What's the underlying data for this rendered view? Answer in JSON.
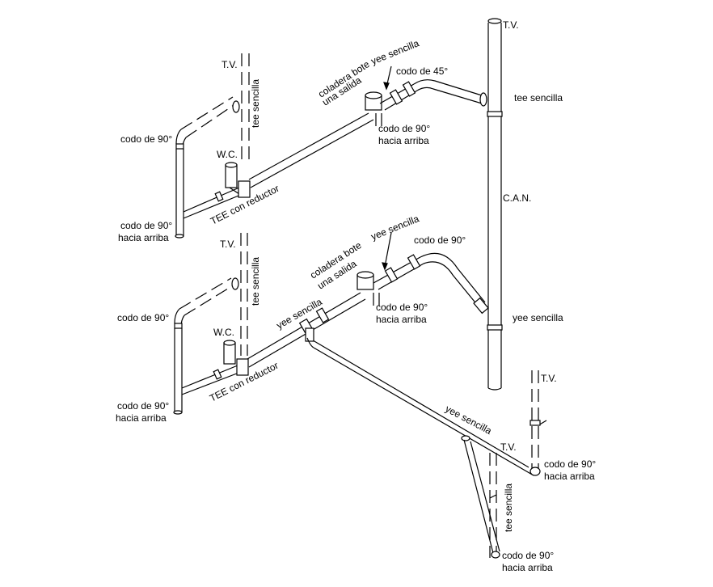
{
  "labels": {
    "tv": "T.V.",
    "tee_sencilla": "tee sencilla",
    "yee_sencilla": "yee sencilla",
    "can": "C.A.N.",
    "wc": "W.C.",
    "codo_90": "codo de 90°",
    "codo_45": "codo de 45°",
    "hacia_arriba": "hacia arriba",
    "tee_reductor": "TEE con reductor",
    "coladera_line1": "coladera bote",
    "coladera_line2": "una salida"
  }
}
